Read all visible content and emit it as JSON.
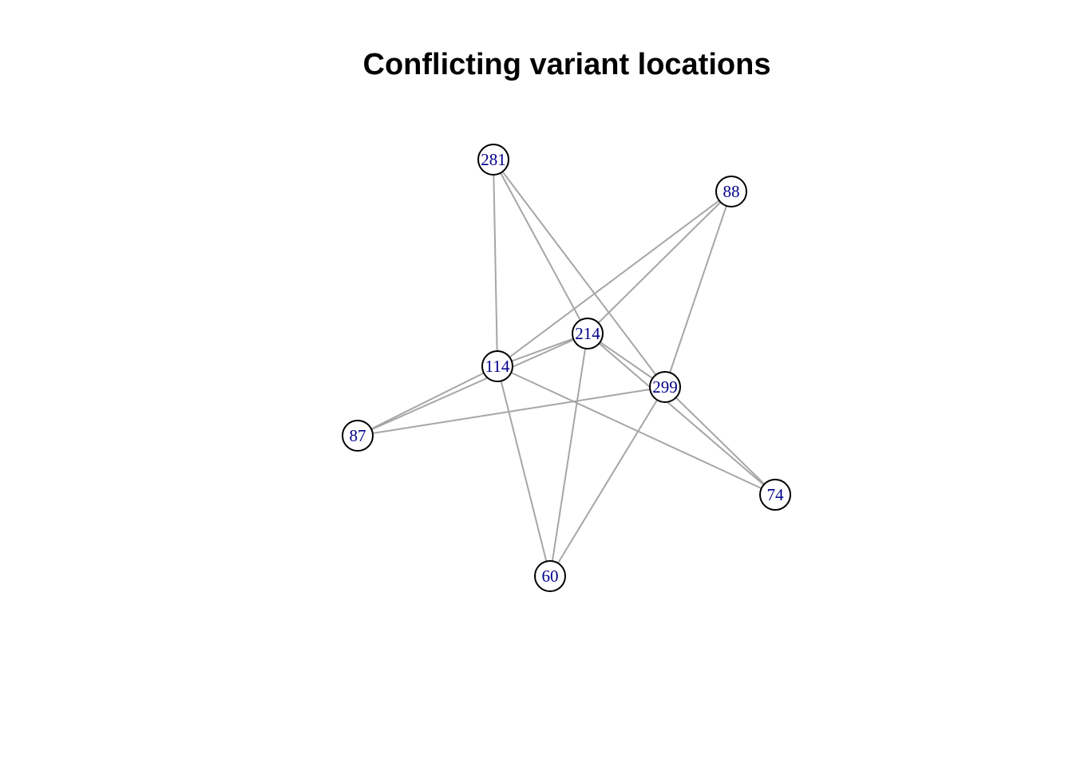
{
  "title": "Conflicting variant locations",
  "colors": {
    "edge": "#a6a6a6",
    "node_border": "#000000",
    "node_fill": "#ffffff",
    "label": "#00008b",
    "title": "#000000"
  },
  "nodes": [
    {
      "id": "281",
      "label": "281"
    },
    {
      "id": "88",
      "label": "88"
    },
    {
      "id": "214",
      "label": "214"
    },
    {
      "id": "114",
      "label": "114"
    },
    {
      "id": "299",
      "label": "299"
    },
    {
      "id": "87",
      "label": "87"
    },
    {
      "id": "74",
      "label": "74"
    },
    {
      "id": "60",
      "label": "60"
    }
  ],
  "edges": [
    {
      "source": "281",
      "target": "114"
    },
    {
      "source": "281",
      "target": "214"
    },
    {
      "source": "281",
      "target": "299"
    },
    {
      "source": "88",
      "target": "114"
    },
    {
      "source": "88",
      "target": "214"
    },
    {
      "source": "88",
      "target": "299"
    },
    {
      "source": "214",
      "target": "114"
    },
    {
      "source": "214",
      "target": "299"
    },
    {
      "source": "214",
      "target": "60"
    },
    {
      "source": "114",
      "target": "87"
    },
    {
      "source": "114",
      "target": "74"
    },
    {
      "source": "114",
      "target": "60"
    },
    {
      "source": "299",
      "target": "87"
    },
    {
      "source": "299",
      "target": "74"
    },
    {
      "source": "299",
      "target": "60"
    },
    {
      "source": "87",
      "target": "214"
    },
    {
      "source": "74",
      "target": "214"
    }
  ]
}
